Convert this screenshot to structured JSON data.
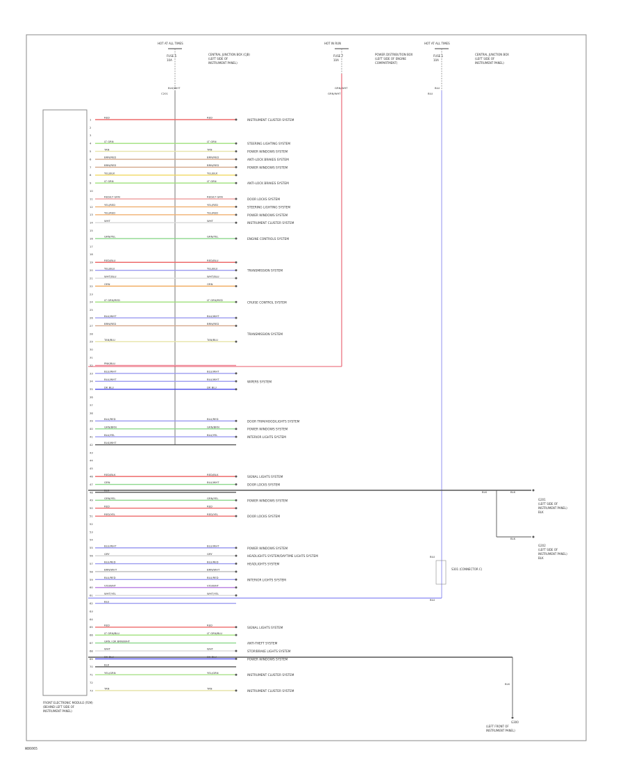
{
  "title_code": "W86065",
  "module_label": [
    "FRONT ELECTRONIC MODULE (FEM)",
    "(BEHIND LEFT SIDE OF",
    "INSTRUMENT PANEL)"
  ],
  "colors": {
    "RED": "#ee6a6a",
    "TAN": "#e6e4a8",
    "BRN/RED": "#d4a78a",
    "VIO/WHT": "#b77de0",
    "LT GRN": "#9ee07a",
    "RED/LT GRN": "#ee9a9a",
    "YEL/BLK": "#f0d860",
    "YEL/RED": "#f0b070",
    "WHT": "#d8d8d8",
    "GRY": "#cfcfcf",
    "PNK/BLU": "#f08a9a",
    "BLU/WHT": "#9a9af0",
    "DK BLU": "#4a4ae8",
    "BLK": "#555555",
    "GRN": "#8cd88c",
    "PPL": "#b080d0",
    "ORN": "#f0a858"
  },
  "top_connectors": [
    {
      "name": "HOT AT ALL TIMES",
      "fuse": "FUSE 5",
      "amps": "10A",
      "desc": [
        "CENTRAL JUNCTION BOX (CJB)",
        "(LEFT SIDE OF",
        "INSTRUMENT PANEL)"
      ],
      "wire": "BLK/WHT",
      "note": "C201"
    },
    {
      "name": "HOT IN RUN",
      "fuse": "FUSE 7",
      "amps": "10A",
      "desc": [
        "POWER DISTRIBUTION BOX",
        "(LEFT SIDE OF ENGINE",
        "COMPARTMENT)"
      ],
      "wire": "GRN/WHT",
      "note": "GRN/WHT"
    },
    {
      "name": "HOT AT ALL TIMES",
      "fuse": "FUSE 1",
      "amps": "10A",
      "desc": [
        "CENTRAL JUNCTION BOX",
        "(LEFT SIDE OF",
        "INSTRUMENT PANEL)"
      ],
      "wire": "BLU",
      "note": "BLU"
    }
  ],
  "pins": [
    {
      "pin": "1",
      "color": "RED",
      "right": "RED",
      "sys": "INSTRUMENT CLUSTER SYSTEM"
    },
    {
      "pin": "2",
      "color": "",
      "right": "",
      "sys": ""
    },
    {
      "pin": "3",
      "color": "",
      "right": "",
      "sys": ""
    },
    {
      "pin": "4",
      "color": "LT GRN",
      "right": "LT GRN",
      "sys": "STEERING LIGHTING SYSTEM"
    },
    {
      "pin": "5",
      "color": "TAN",
      "right": "TAN",
      "sys": "POWER WINDOWS SYSTEM"
    },
    {
      "pin": "6",
      "color": "BRN/RED",
      "right": "BRN/RED",
      "sys": "ANTI-LOCK BRAKES SYSTEM"
    },
    {
      "pin": "7",
      "color": "BRN/RED",
      "right": "BRN/RED",
      "sys": "POWER WINDOWS SYSTEM"
    },
    {
      "pin": "8",
      "color": "YEL/BLK",
      "right": "YEL/BLK",
      "sys": ""
    },
    {
      "pin": "9",
      "color": "LT GRN",
      "right": "LT GRN",
      "sys": "ANTI-LOCK BRAKES SYSTEM"
    },
    {
      "pin": "10",
      "color": "",
      "right": "",
      "sys": ""
    },
    {
      "pin": "11",
      "color": "RED/LT GRN",
      "right": "RED/LT GRN",
      "sys": "DOOR LOCKS SYSTEM"
    },
    {
      "pin": "12",
      "color": "YEL/RED",
      "right": "YEL/RED",
      "sys": "STEERING LIGHTING SYSTEM"
    },
    {
      "pin": "13",
      "color": "YEL/RED",
      "right": "YEL/RED",
      "sys": "POWER WINDOWS SYSTEM"
    },
    {
      "pin": "14",
      "color": "WHT",
      "right": "WHT",
      "sys": "INSTRUMENT CLUSTER SYSTEM"
    },
    {
      "pin": "15",
      "color": "",
      "right": "",
      "sys": ""
    },
    {
      "pin": "16",
      "color": "GRN/YEL",
      "right": "GRN/YEL",
      "sys": "ENGINE CONTROLS SYSTEM"
    },
    {
      "pin": "17",
      "color": "",
      "right": "",
      "sys": ""
    },
    {
      "pin": "18",
      "color": "",
      "right": "",
      "sys": ""
    },
    {
      "pin": "19",
      "color": "RED/BLU",
      "right": "RED/BLU",
      "sys": ""
    },
    {
      "pin": "20",
      "color": "YEL/BLU",
      "right": "YEL/BLU",
      "sys": "TRANSMISSION SYSTEM"
    },
    {
      "pin": "21",
      "color": "WHT/BLU",
      "right": "WHT/BLU",
      "sys": ""
    },
    {
      "pin": "22",
      "color": "ORN",
      "right": "ORN",
      "sys": ""
    },
    {
      "pin": "23",
      "color": "",
      "right": "",
      "sys": ""
    },
    {
      "pin": "24",
      "color": "LT GRN/RED",
      "right": "LT GRN/RED",
      "sys": "CRUISE CONTROL SYSTEM"
    },
    {
      "pin": "25",
      "color": "",
      "right": "",
      "sys": ""
    },
    {
      "pin": "26",
      "color": "BLU/WHT",
      "right": "BLU/WHT",
      "sys": ""
    },
    {
      "pin": "27",
      "color": "BRN/RED",
      "right": "BRN/RED",
      "sys": ""
    },
    {
      "pin": "28",
      "color": "",
      "right": "",
      "sys": "TRANSMISSION SYSTEM"
    },
    {
      "pin": "29",
      "color": "TAN/BLU",
      "right": "TAN/BLU",
      "sys": ""
    },
    {
      "pin": "30",
      "color": "",
      "right": "",
      "sys": ""
    },
    {
      "pin": "31",
      "color": "",
      "right": "",
      "sys": ""
    },
    {
      "pin": "32",
      "color": "PNK/BLU",
      "right": "",
      "sys": ""
    },
    {
      "pin": "33",
      "color": "BLU/WHT",
      "right": "BLU/WHT",
      "sys": ""
    },
    {
      "pin": "34",
      "color": "BLU/WHT",
      "right": "BLU/WHT",
      "sys": "WIPERS SYSTEM"
    },
    {
      "pin": "35",
      "color": "DK BLU",
      "right": "DK BLU",
      "sys": ""
    },
    {
      "pin": "36",
      "color": "",
      "right": "",
      "sys": ""
    },
    {
      "pin": "37",
      "color": "",
      "right": "",
      "sys": ""
    },
    {
      "pin": "38",
      "color": "",
      "right": "",
      "sys": ""
    },
    {
      "pin": "39",
      "color": "BLU/RED",
      "right": "BLU/RED",
      "sys": "DOOR TRIM/HOOD/LIGHTS SYSTEM"
    },
    {
      "pin": "40",
      "color": "GRN/BRN",
      "right": "GRN/BRN",
      "sys": "POWER WINDOWS SYSTEM"
    },
    {
      "pin": "41",
      "color": "BLU/YEL",
      "right": "BLU/YEL",
      "sys": "INTERIOR LIGHTS SYSTEM"
    },
    {
      "pin": "42",
      "color": "BLK/WHT",
      "right": "",
      "sys": ""
    },
    {
      "pin": "43",
      "color": "",
      "right": "",
      "sys": ""
    },
    {
      "pin": "44",
      "color": "",
      "right": "",
      "sys": ""
    },
    {
      "pin": "45",
      "color": "",
      "right": "",
      "sys": ""
    },
    {
      "pin": "46",
      "color": "RED/BLK",
      "right": "RED/BLK",
      "sys": "SIGNAL LIGHTS SYSTEM"
    },
    {
      "pin": "47",
      "color": "GRN",
      "right": "BLU/WHT",
      "sys": "DOOR LOCKS SYSTEM"
    },
    {
      "pin": "48",
      "color": "BLK",
      "right": "",
      "sys": ""
    },
    {
      "pin": "49",
      "color": "GRN/YEL",
      "right": "GRN/YEL",
      "sys": "POWER WINDOWS SYSTEM"
    },
    {
      "pin": "50",
      "color": "RED",
      "right": "RED",
      "sys": ""
    },
    {
      "pin": "51",
      "color": "RED/YEL",
      "right": "RED/YEL",
      "sys": "DOOR LOCKS SYSTEM"
    },
    {
      "pin": "52",
      "color": "",
      "right": "",
      "sys": ""
    },
    {
      "pin": "53",
      "color": "",
      "right": "",
      "sys": ""
    },
    {
      "pin": "54",
      "color": "",
      "right": "",
      "sys": ""
    },
    {
      "pin": "55",
      "color": "BLU/WHT",
      "right": "BLU/WHT",
      "sys": "POWER WINDOWS SYSTEM"
    },
    {
      "pin": "56",
      "color": "GRY",
      "right": "GRY",
      "sys": "HEADLIGHTS SYSTEM/DAYTIME LIGHTS SYSTEM"
    },
    {
      "pin": "57",
      "color": "BLU/RED",
      "right": "BLU/RED",
      "sys": "HEADLIGHTS SYSTEM"
    },
    {
      "pin": "58",
      "color": "BRN/WHT",
      "right": "BRN/WHT",
      "sys": ""
    },
    {
      "pin": "59",
      "color": "BLU/RED",
      "right": "BLU/RED",
      "sys": "INTERIOR LIGHTS SYSTEM"
    },
    {
      "pin": "60",
      "color": "VIO/WHT",
      "right": "VIO/WHT",
      "sys": ""
    },
    {
      "pin": "61",
      "color": "WHT/YEL",
      "right": "WHT/YEL",
      "sys": ""
    },
    {
      "pin": "62",
      "color": "BLU",
      "right": "",
      "sys": ""
    },
    {
      "pin": "63",
      "color": "",
      "right": "",
      "sys": ""
    },
    {
      "pin": "64",
      "color": "",
      "right": "",
      "sys": ""
    },
    {
      "pin": "65",
      "color": "RED",
      "right": "RED",
      "sys": "SIGNAL LIGHTS SYSTEM"
    },
    {
      "pin": "66",
      "color": "LT GRN/BLU",
      "right": "LT GRN/BLU",
      "sys": ""
    },
    {
      "pin": "67",
      "color": "GRN / DK BRN/WHT",
      "right": "",
      "sys": "ANTI-THEFT SYSTEM"
    },
    {
      "pin": "68",
      "color": "WHT",
      "right": "WHT",
      "sys": "STOP/BRAKE LIGHTS SYSTEM"
    },
    {
      "pin": "69",
      "color": "DK BLU",
      "right": "DK BLU",
      "sys": "POWER WINDOWS SYSTEM"
    },
    {
      "pin": "70",
      "color": "BLK",
      "right": "",
      "sys": ""
    },
    {
      "pin": "71",
      "color": "YEL/GRN",
      "right": "YEL/GRN",
      "sys": "INSTRUMENT CLUSTER SYSTEM"
    },
    {
      "pin": "72",
      "color": "",
      "right": "",
      "sys": ""
    },
    {
      "pin": "73",
      "color": "TAN",
      "right": "TAN",
      "sys": "INSTRUMENT CLUSTER SYSTEM"
    }
  ],
  "grounds": [
    {
      "name": "G201",
      "desc": [
        "(LEFT SIDE OF",
        "INSTRUMENT PANEL)",
        "BLK"
      ]
    },
    {
      "name": "G202",
      "desc": [
        "(LEFT SIDE OF",
        "INSTRUMENT PANEL)",
        "BLK"
      ]
    },
    {
      "name": "G300",
      "desc": [
        "(LEFT FRONT OF",
        "INSTRUMENT PANEL)"
      ]
    }
  ],
  "splice_label": "S301 (CONNECTOR C)",
  "wire_blk": "BLK",
  "wire_blu": "BLU"
}
